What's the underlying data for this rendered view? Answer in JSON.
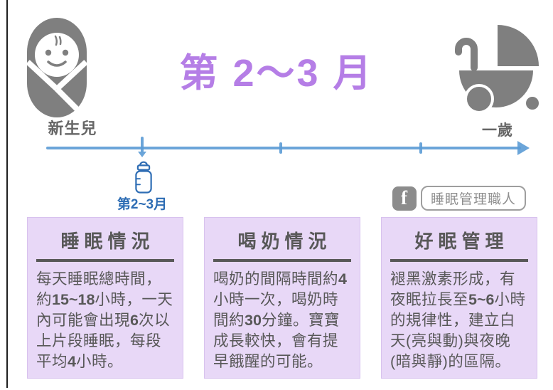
{
  "header": {
    "title": "第 2～3 月",
    "left_icon": "swaddled-baby-icon",
    "right_icon": "stroller-icon"
  },
  "timeline": {
    "start_label": "新生兒",
    "end_label": "一歲",
    "tick_count": 3,
    "milestone": {
      "label": "第2~3月",
      "icon": "baby-bottle-icon"
    }
  },
  "facebook": {
    "icon_letter": "f",
    "badge_label": "睡眠管理職人"
  },
  "cards": [
    {
      "title": "睡眠情況",
      "body": "每天睡眠總時間，約15~18小時，一天內可能會出現6次以上片段睡眠，每段平均4小時。"
    },
    {
      "title": "喝奶情況",
      "body": "喝奶的間隔時間約4小時一次，喝奶時間約30分鐘。寶寶成長較快，會有提早餓醒的可能。"
    },
    {
      "title": "好眠管理",
      "body": "褪黑激素形成，有夜眠拉長至5~6小時的規律性，建立白天(亮與動)與夜晚(暗與靜)的區隔。"
    }
  ],
  "colors": {
    "title_purple": "#b57ee6",
    "timeline_blue": "#5b9bd5",
    "milestone_blue": "#2e6db4",
    "icon_gray": "#7f7f7f",
    "label_gray": "#666666",
    "card_background": "#e8d8f7",
    "card_border": "#d8c2ee",
    "card_text": "#585858",
    "facebook_gray": "#8c8c8c"
  }
}
